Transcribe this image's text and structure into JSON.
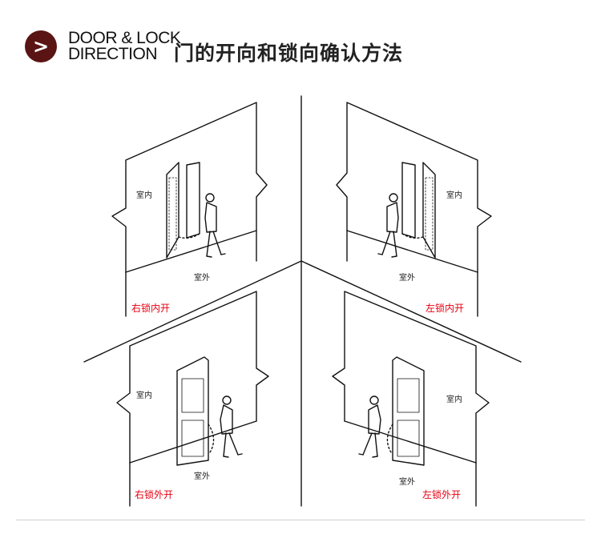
{
  "header": {
    "badge_glyph": ">",
    "title_en_line1": "DOOR & LOCK",
    "title_en_line2": "DIRECTION",
    "title_zh": "门的开向和锁向确认方法"
  },
  "panels": [
    {
      "indoor": "室内",
      "outdoor": "室外",
      "caption": "右锁内开"
    },
    {
      "indoor": "室内",
      "outdoor": "室外",
      "caption": "左锁内开"
    },
    {
      "indoor": "室内",
      "outdoor": "室外",
      "caption": "右锁外开"
    },
    {
      "indoor": "室内",
      "outdoor": "室外",
      "caption": "左锁外开"
    }
  ],
  "colors": {
    "accent": "#5a1414",
    "caption": "#e60012",
    "line": "#111111"
  }
}
